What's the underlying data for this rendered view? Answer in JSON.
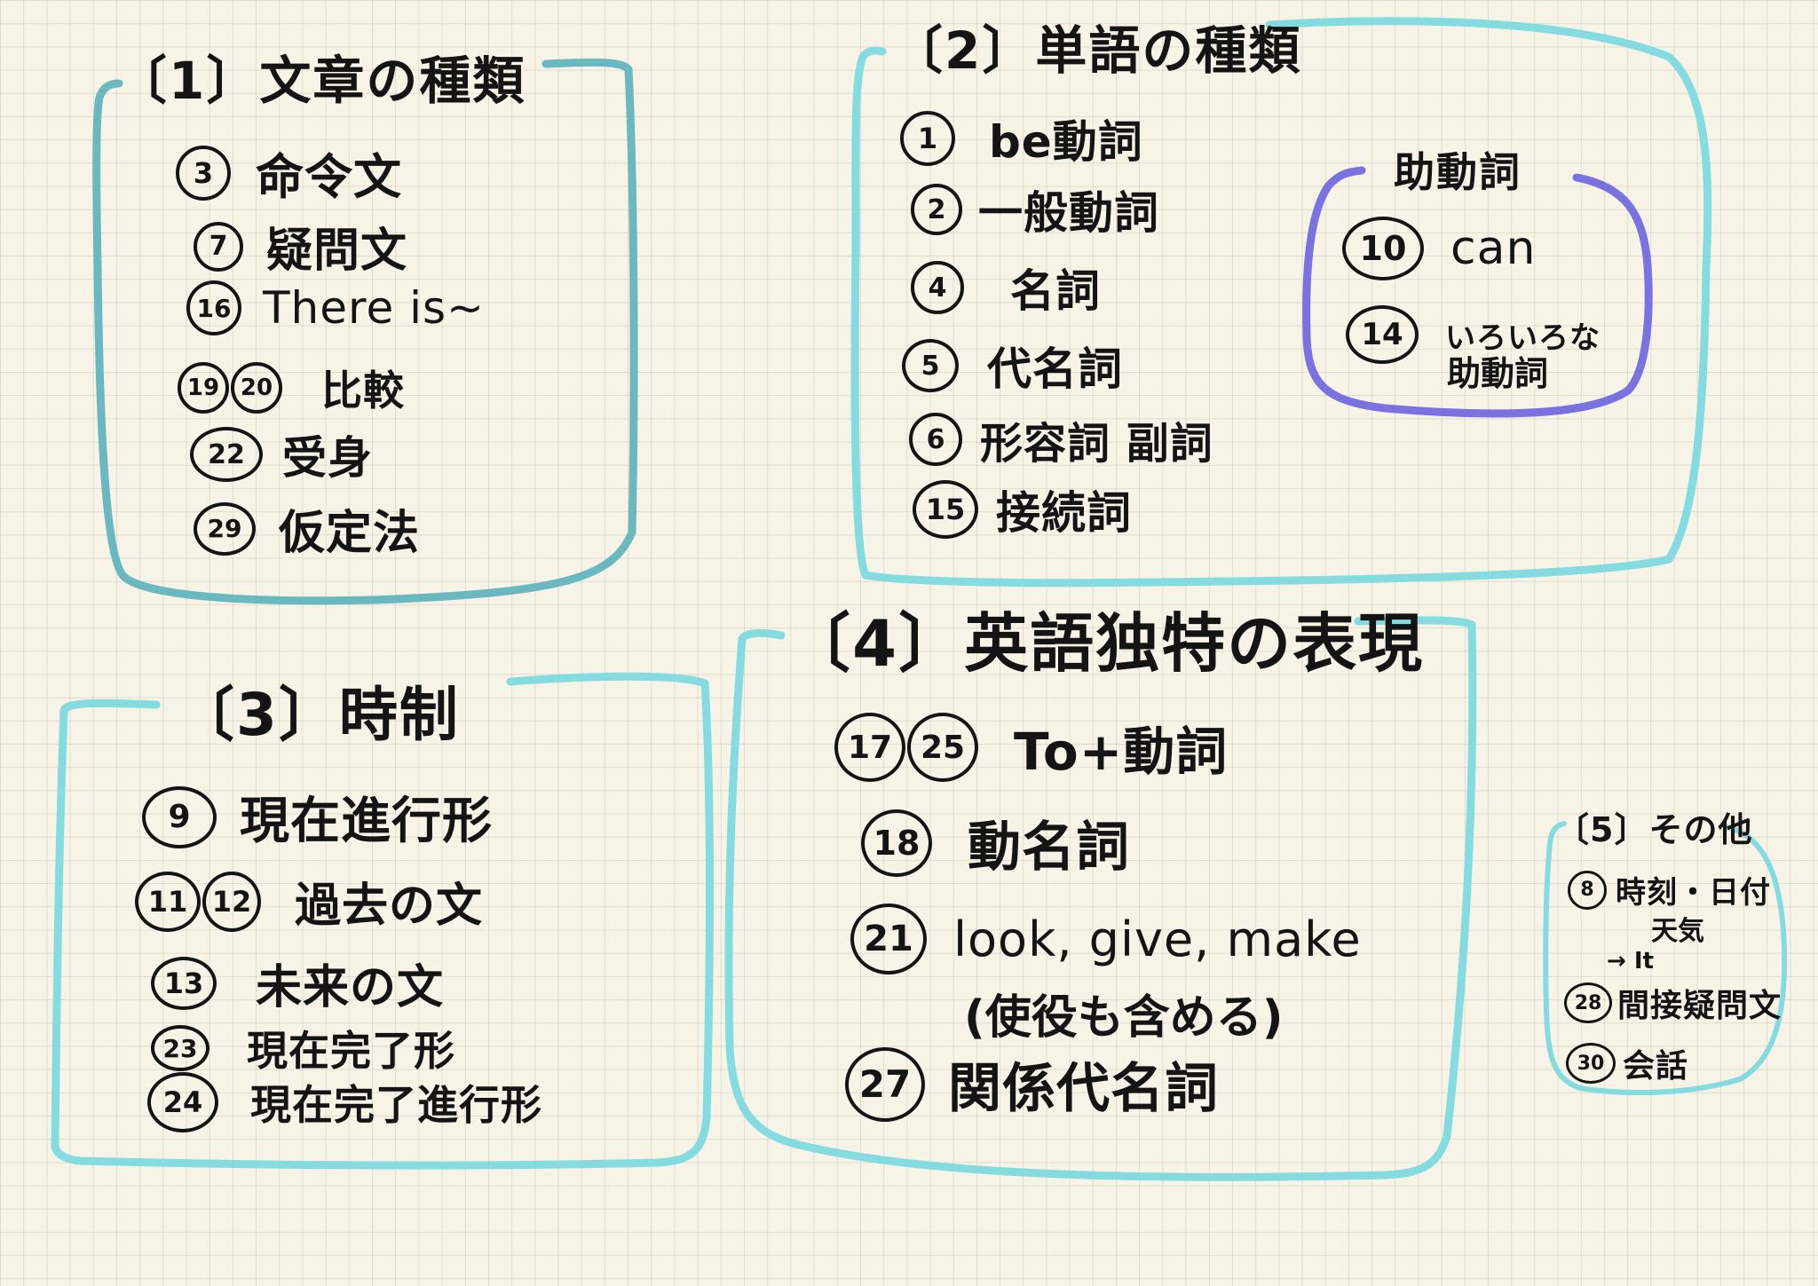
{
  "colors": {
    "frame_cyan": "#84dbe0",
    "frame_teal": "#6ab8c0",
    "frame_purple": "#7a72e0",
    "ink": "#141414",
    "paper": "#f7f4e7"
  },
  "sections": {
    "s1": {
      "heading": "〔1〕文章の種類",
      "items": [
        {
          "nums": [
            "3"
          ],
          "label": "命令文"
        },
        {
          "nums": [
            "7"
          ],
          "label": "疑問文"
        },
        {
          "nums": [
            "16"
          ],
          "label": "There is~"
        },
        {
          "nums": [
            "19",
            "20"
          ],
          "label": "比較"
        },
        {
          "nums": [
            "22"
          ],
          "label": "受身"
        },
        {
          "nums": [
            "29"
          ],
          "label": "仮定法"
        }
      ]
    },
    "s2": {
      "heading": "〔2〕単語の種類",
      "items": [
        {
          "nums": [
            "1"
          ],
          "label": "be動詞"
        },
        {
          "nums": [
            "2"
          ],
          "label": "一般動詞"
        },
        {
          "nums": [
            "4"
          ],
          "label": "名詞"
        },
        {
          "nums": [
            "5"
          ],
          "label": "代名詞"
        },
        {
          "nums": [
            "6"
          ],
          "label": "形容詞 副詞"
        },
        {
          "nums": [
            "15"
          ],
          "label": "接続詞"
        }
      ],
      "sub": {
        "heading": "助動詞",
        "items": [
          {
            "nums": [
              "10"
            ],
            "label": "can"
          },
          {
            "nums": [
              "14"
            ],
            "label": "いろいろな",
            "label2": "助動詞"
          }
        ]
      }
    },
    "s3": {
      "heading": "〔3〕時制",
      "items": [
        {
          "nums": [
            "9"
          ],
          "label": "現在進行形"
        },
        {
          "nums": [
            "11",
            "12"
          ],
          "label": "過去の文"
        },
        {
          "nums": [
            "13"
          ],
          "label": "未来の文"
        },
        {
          "nums": [
            "23"
          ],
          "label": "現在完了形"
        },
        {
          "nums": [
            "24"
          ],
          "label": "現在完了進行形"
        }
      ]
    },
    "s4": {
      "heading": "〔4〕英語独特の表現",
      "items": [
        {
          "nums": [
            "17",
            "25"
          ],
          "label": "To+動詞"
        },
        {
          "nums": [
            "18"
          ],
          "label": "動名詞"
        },
        {
          "nums": [
            "21"
          ],
          "label": "look, give, make",
          "label2": "(使役も含める)"
        },
        {
          "nums": [
            "27"
          ],
          "label": "関係代名詞"
        }
      ]
    },
    "s5": {
      "heading": "〔5〕その他",
      "items": [
        {
          "nums": [
            "8"
          ],
          "label": "時刻・日付",
          "label2": "天気",
          "label3": "→ It"
        },
        {
          "nums": [
            "28"
          ],
          "label": "間接疑問文"
        },
        {
          "nums": [
            "30"
          ],
          "label": "会話"
        }
      ]
    }
  }
}
